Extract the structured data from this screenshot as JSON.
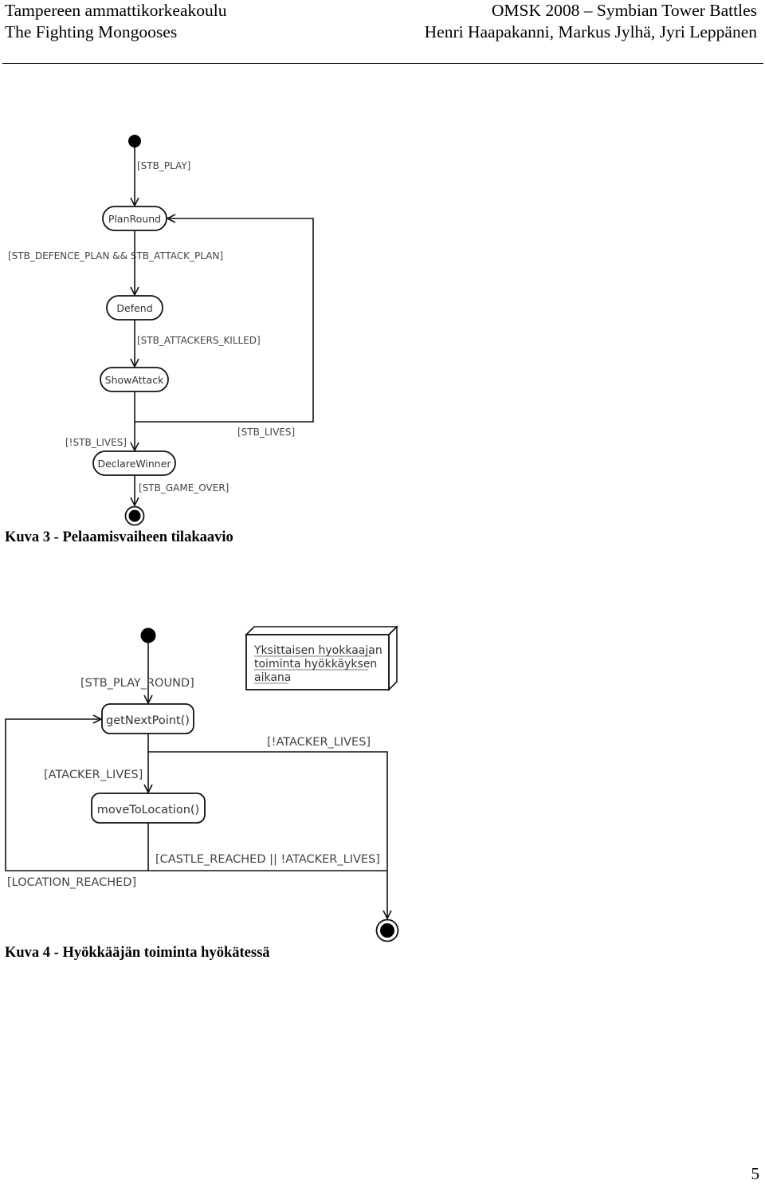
{
  "header": {
    "left_line1": "Tampereen ammattikorkeakoulu",
    "left_line2": "The Fighting Mongooses",
    "right_line1": "OMSK 2008 – Symbian Tower Battles",
    "right_line2": "Henri Haapakanni, Markus Jylhä, Jyri Leppänen"
  },
  "figure3": {
    "caption": "Kuva 3 - Pelaamisvaiheen tilakaavio",
    "states": {
      "plan_round": "PlanRound",
      "defend": "Defend",
      "show_attack": "ShowAttack",
      "declare_winner": "DeclareWinner"
    },
    "guards": {
      "play": "[STB_PLAY]",
      "defence_attack_plan": "[STB_DEFENCE_PLAN && STB_ATTACK_PLAN]",
      "attackers_killed": "[STB_ATTACKERS_KILLED]",
      "not_lives": "[!STB_LIVES]",
      "lives": "[STB_LIVES]",
      "game_over": "[STB_GAME_OVER]"
    }
  },
  "figure4": {
    "caption": "Kuva 4 - Hyökkääjän toiminta hyökätessä",
    "states": {
      "get_next_point": "getNextPoint()",
      "move_to_location": "moveToLocation()"
    },
    "note": {
      "line1": "Yksittaisen hyokkaajan",
      "line2": "toiminta hyökkäyksen",
      "line3": "aikana"
    },
    "guards": {
      "play_round": "[STB_PLAY_ROUND]",
      "not_attacker_lives": "[!ATACKER_LIVES]",
      "attacker_lives": "[ATACKER_LIVES]",
      "castle_or_dead": "[CASTLE_REACHED || !ATACKER_LIVES]",
      "location_reached": "[LOCATION_REACHED]"
    }
  },
  "page_number": "5"
}
